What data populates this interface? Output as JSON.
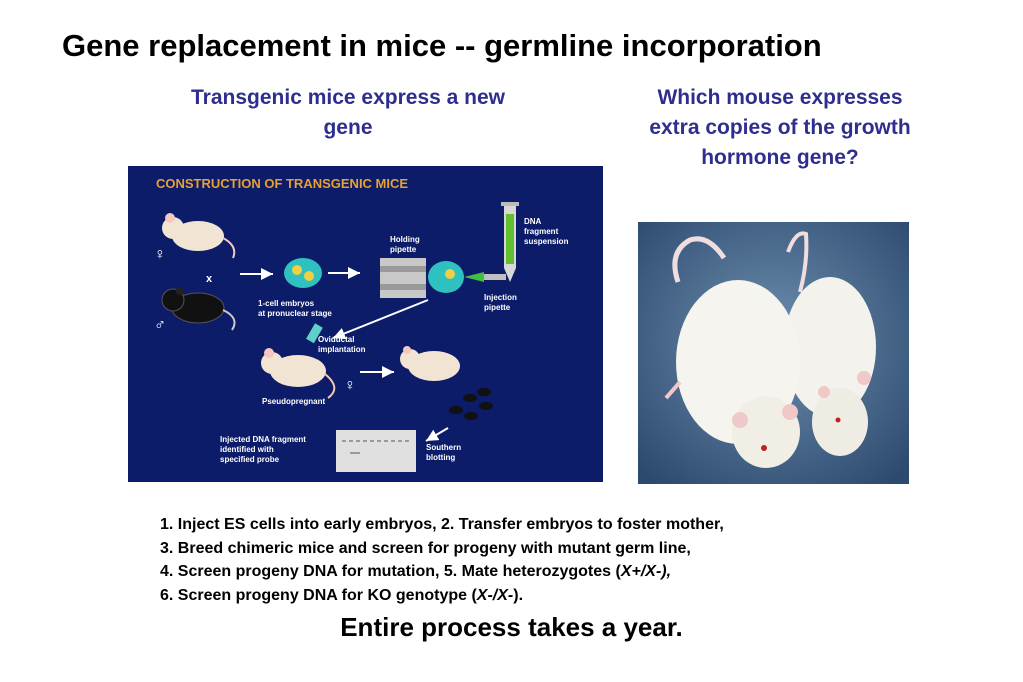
{
  "slide": {
    "title": "Gene replacement in mice -- germline incorporation",
    "caption_left": "Transgenic mice express a new gene",
    "caption_right": "Which mouse expresses extra copies of the growth hormone gene?",
    "footer": "Entire process takes a year."
  },
  "diagram": {
    "heading": "CONSTRUCTION OF TRANSGENIC MICE",
    "cross_symbol": "x",
    "female_symbol": "♀",
    "male_symbol": "♂",
    "labels": {
      "holding_pipette": [
        "Holding",
        "pipette"
      ],
      "dna_fragment": [
        "DNA",
        "fragment",
        "suspension"
      ],
      "embryos": [
        "1-cell embryos",
        "at pronuclear stage"
      ],
      "injection_pipette": [
        "Injection",
        "pipette"
      ],
      "oviductal": [
        "Oviductal",
        "implantation"
      ],
      "pseudopregnant": "Pseudopregnant",
      "injected_dna": [
        "Injected DNA fragment",
        "identified with",
        "specified probe"
      ],
      "southern": [
        "Southern",
        "blotting"
      ]
    }
  },
  "steps": {
    "line1": "1.  Inject ES cells into early embryos, 2.  Transfer embryos to foster mother,",
    "line2": "3.  Breed chimeric mice and screen for progeny with mutant germ line,",
    "line3_pre": "4.  Screen progeny DNA for mutation, 5.  Mate heterozygotes (",
    "line3_em": "X+/X-),",
    "line4_pre": "6.  Screen progeny DNA for KO genotype (",
    "line4_em": "X-/X-",
    "line4_post": ")."
  },
  "colors": {
    "caption_blue": "#2e2e8f",
    "diagram_bg": "#0c1c68",
    "heading_orange": "#e8a030"
  }
}
